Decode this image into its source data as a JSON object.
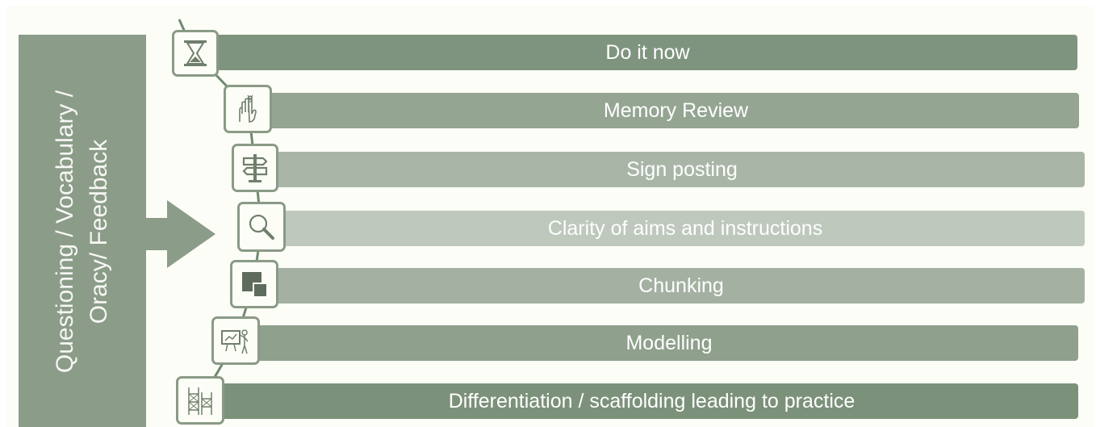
{
  "side_panel": {
    "lines": [
      "Questioning / Vocabulary /",
      "Oracy/ Feedback"
    ]
  },
  "steps": [
    {
      "label": "Do it now",
      "icon": "hourglass-icon",
      "color": "#7f947e"
    },
    {
      "label": "Memory Review",
      "icon": "finger-string-icon",
      "color": "#94a592"
    },
    {
      "label": "Sign posting",
      "icon": "signpost-icon",
      "color": "#a9b6a7"
    },
    {
      "label": "Clarity of aims and instructions",
      "icon": "magnifier-icon",
      "color": "#bec8bd"
    },
    {
      "label": "Chunking",
      "icon": "chunk-blocks-icon",
      "color": "#a4b1a2"
    },
    {
      "label": "Modelling",
      "icon": "teacher-board-icon",
      "color": "#8fa08c"
    },
    {
      "label": "Differentiation / scaffolding leading to practice",
      "icon": "scaffolding-icon",
      "color": "#7c917a"
    }
  ]
}
